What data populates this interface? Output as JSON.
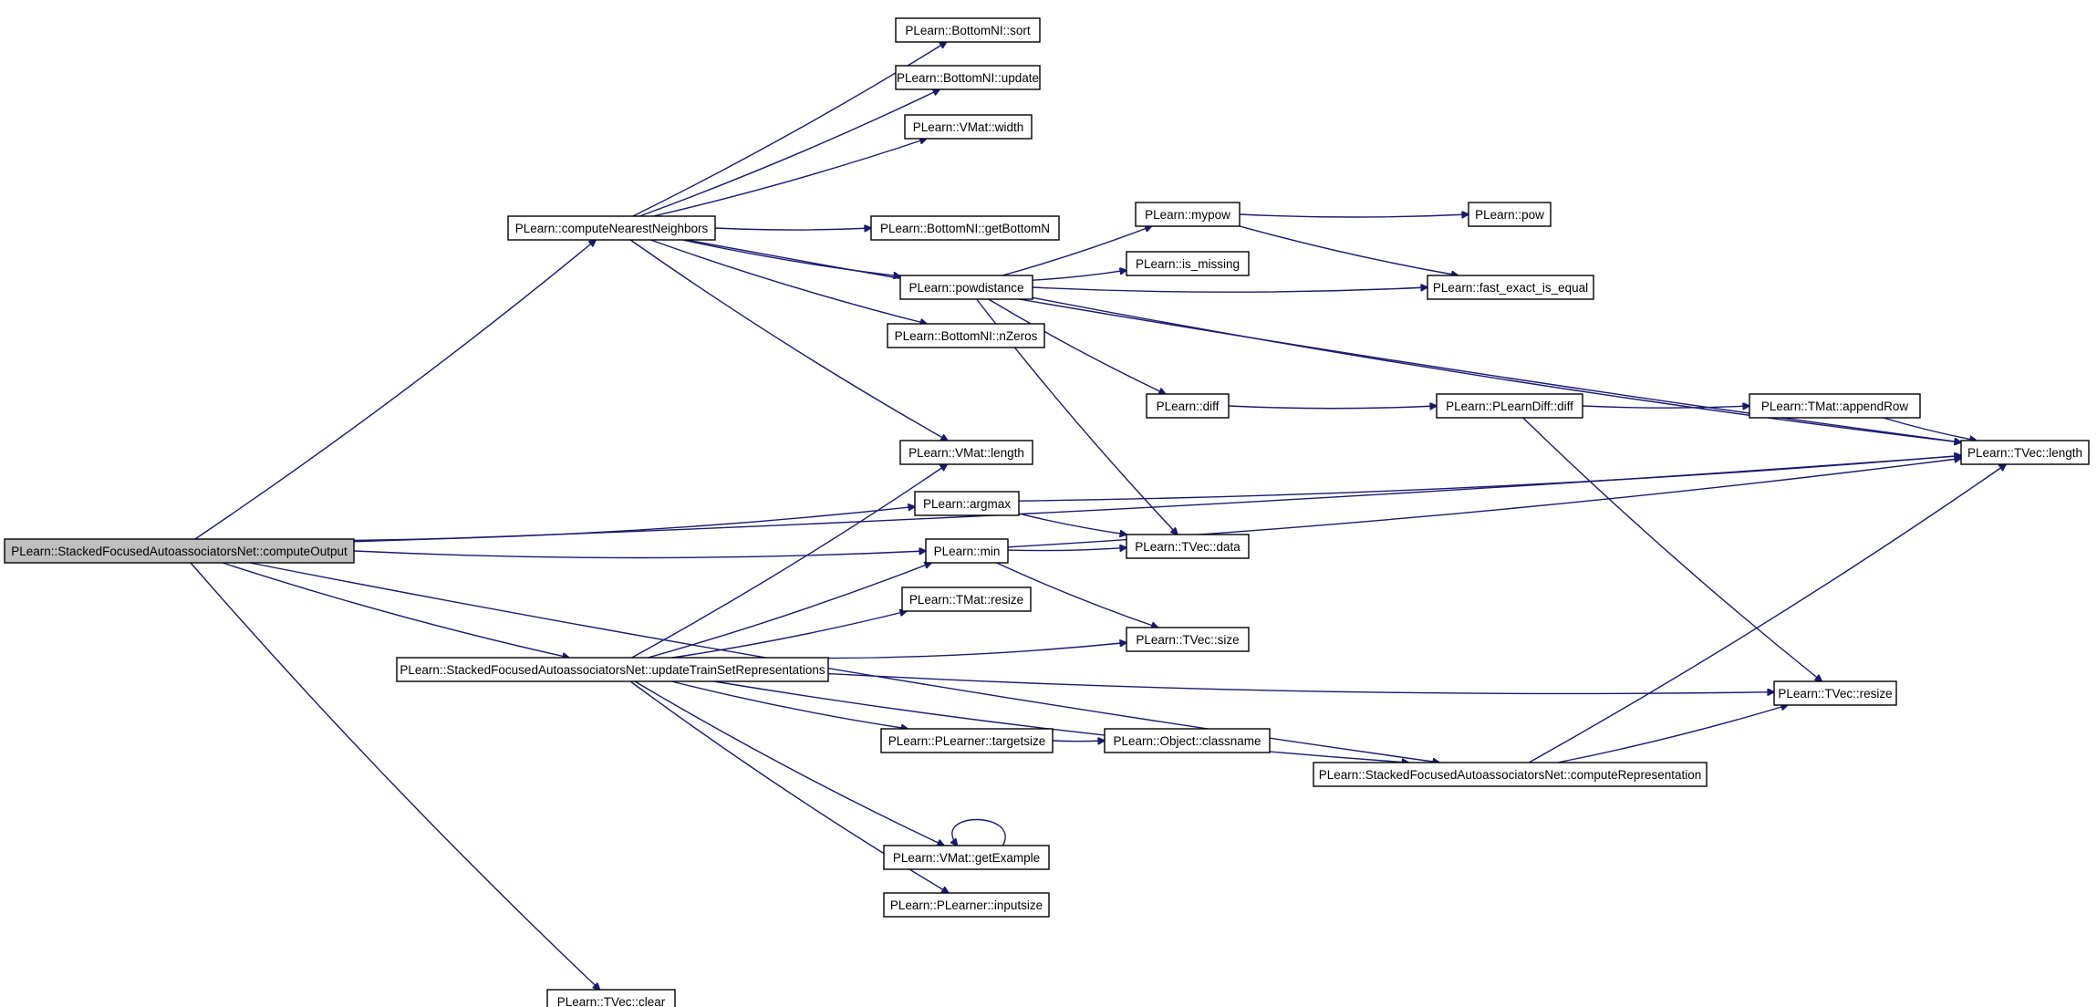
{
  "graph": {
    "kind": "call-graph",
    "root": "root",
    "colors": {
      "edge": "#191970",
      "root_fill": "#bfbfbf",
      "node_fill": "#ffffff",
      "node_border": "#000000"
    },
    "nodes": [
      {
        "id": "root",
        "label": "PLearn::StackedFocusedAutoassociatorsNet::computeOutput"
      },
      {
        "id": "cnn",
        "label": "PLearn::computeNearestNeighbors"
      },
      {
        "id": "utsr",
        "label": "PLearn::StackedFocusedAutoassociatorsNet::updateTrainSetRepresentations"
      },
      {
        "id": "clear",
        "label": "PLearn::TVec::clear"
      },
      {
        "id": "bnsort",
        "label": "PLearn::BottomNI::sort"
      },
      {
        "id": "bnupdate",
        "label": "PLearn::BottomNI::update"
      },
      {
        "id": "vmwidth",
        "label": "PLearn::VMat::width"
      },
      {
        "id": "bngetbottom",
        "label": "PLearn::BottomNI::getBottomN"
      },
      {
        "id": "powdist",
        "label": "PLearn::powdistance"
      },
      {
        "id": "bnnzeros",
        "label": "PLearn::BottomNI::nZeros"
      },
      {
        "id": "vmlength",
        "label": "PLearn::VMat::length"
      },
      {
        "id": "argmax",
        "label": "PLearn::argmax"
      },
      {
        "id": "min",
        "label": "PLearn::min"
      },
      {
        "id": "tmresize",
        "label": "PLearn::TMat::resize"
      },
      {
        "id": "targetsize",
        "label": "PLearn::PLearner::targetsize"
      },
      {
        "id": "getexample",
        "label": "PLearn::VMat::getExample"
      },
      {
        "id": "inputsize",
        "label": "PLearn::PLearner::inputsize"
      },
      {
        "id": "mypow",
        "label": "PLearn::mypow"
      },
      {
        "id": "ismissing",
        "label": "PLearn::is_missing"
      },
      {
        "id": "diff",
        "label": "PLearn::diff"
      },
      {
        "id": "tvdata",
        "label": "PLearn::TVec::data"
      },
      {
        "id": "tvsize",
        "label": "PLearn::TVec::size"
      },
      {
        "id": "classname",
        "label": "PLearn::Object::classname"
      },
      {
        "id": "pow",
        "label": "PLearn::pow"
      },
      {
        "id": "fastexact",
        "label": "PLearn::fast_exact_is_equal"
      },
      {
        "id": "pldiff",
        "label": "PLearn::PLearnDiff::diff"
      },
      {
        "id": "comprep",
        "label": "PLearn::StackedFocusedAutoassociatorsNet::computeRepresentation"
      },
      {
        "id": "appendrow",
        "label": "PLearn::TMat::appendRow"
      },
      {
        "id": "tvresize",
        "label": "PLearn::TVec::resize"
      },
      {
        "id": "tvlength",
        "label": "PLearn::TVec::length"
      }
    ],
    "edges": [
      {
        "from": "root",
        "to": "cnn"
      },
      {
        "from": "root",
        "to": "tvlength"
      },
      {
        "from": "root",
        "to": "argmax"
      },
      {
        "from": "root",
        "to": "min"
      },
      {
        "from": "root",
        "to": "utsr"
      },
      {
        "from": "root",
        "to": "comprep"
      },
      {
        "from": "root",
        "to": "clear"
      },
      {
        "from": "cnn",
        "to": "bnsort"
      },
      {
        "from": "cnn",
        "to": "bnupdate"
      },
      {
        "from": "cnn",
        "to": "vmwidth"
      },
      {
        "from": "cnn",
        "to": "tvlength"
      },
      {
        "from": "cnn",
        "to": "bngetbottom"
      },
      {
        "from": "cnn",
        "to": "powdist"
      },
      {
        "from": "cnn",
        "to": "bnnzeros"
      },
      {
        "from": "cnn",
        "to": "vmlength"
      },
      {
        "from": "powdist",
        "to": "mypow"
      },
      {
        "from": "powdist",
        "to": "ismissing"
      },
      {
        "from": "powdist",
        "to": "fastexact"
      },
      {
        "from": "powdist",
        "to": "tvlength"
      },
      {
        "from": "powdist",
        "to": "diff"
      },
      {
        "from": "powdist",
        "to": "tvdata"
      },
      {
        "from": "mypow",
        "to": "pow"
      },
      {
        "from": "mypow",
        "to": "fastexact"
      },
      {
        "from": "diff",
        "to": "pldiff"
      },
      {
        "from": "pldiff",
        "to": "appendrow"
      },
      {
        "from": "pldiff",
        "to": "tvresize"
      },
      {
        "from": "appendrow",
        "to": "tvlength"
      },
      {
        "from": "argmax",
        "to": "tvlength"
      },
      {
        "from": "argmax",
        "to": "tvdata"
      },
      {
        "from": "min",
        "to": "tvdata"
      },
      {
        "from": "min",
        "to": "tvlength"
      },
      {
        "from": "min",
        "to": "tvsize"
      },
      {
        "from": "utsr",
        "to": "vmlength"
      },
      {
        "from": "utsr",
        "to": "min"
      },
      {
        "from": "utsr",
        "to": "tmresize"
      },
      {
        "from": "utsr",
        "to": "tvsize"
      },
      {
        "from": "utsr",
        "to": "tvresize"
      },
      {
        "from": "utsr",
        "to": "targetsize"
      },
      {
        "from": "utsr",
        "to": "comprep"
      },
      {
        "from": "utsr",
        "to": "getexample"
      },
      {
        "from": "utsr",
        "to": "inputsize"
      },
      {
        "from": "targetsize",
        "to": "classname"
      },
      {
        "from": "getexample",
        "to": "getexample"
      },
      {
        "from": "comprep",
        "to": "tvresize"
      },
      {
        "from": "comprep",
        "to": "tvlength"
      }
    ]
  }
}
